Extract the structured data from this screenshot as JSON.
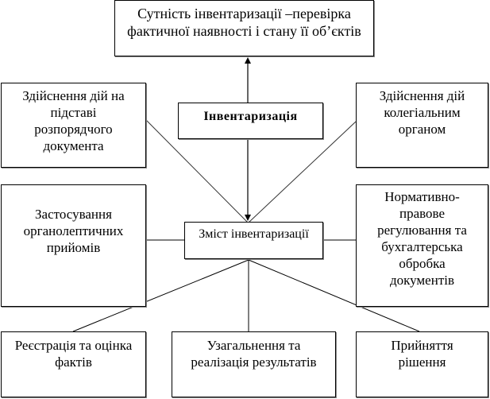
{
  "diagram": {
    "title_box": {
      "text": "Сутність інвентаризації –перевірка\nфактичної наявності і стану її об’єктів"
    },
    "central_box": {
      "text": "Інвентаризація"
    },
    "content_box": {
      "text": "Зміст інвентаризації"
    },
    "left_top_box": {
      "text": "Здійснення дій на\nпідставі\nрозпорядчого\nдокумента"
    },
    "right_top_box": {
      "text": "Здійснення дій\nколегіальним\nорганом"
    },
    "left_middle_box": {
      "text": "Застосування\nорганолептичних\nприйомів"
    },
    "right_middle_box": {
      "text": "Нормативно-\nправове\nрегулювання та\nбухгалтерська\nобробка\nдокументів"
    },
    "bottom_left_box": {
      "text": "Реєстрація та оцінка\nфактів"
    },
    "bottom_middle_box": {
      "text": "Узагальнення та\nреалізація результатів"
    },
    "bottom_right_box": {
      "text": "Прийняття\nрішення"
    },
    "colors": {
      "line": "#000000",
      "diagonal_line": "#333333",
      "box_border": "#000000",
      "box_shadow": "#8a8a8a",
      "background": "#ffffff"
    }
  }
}
